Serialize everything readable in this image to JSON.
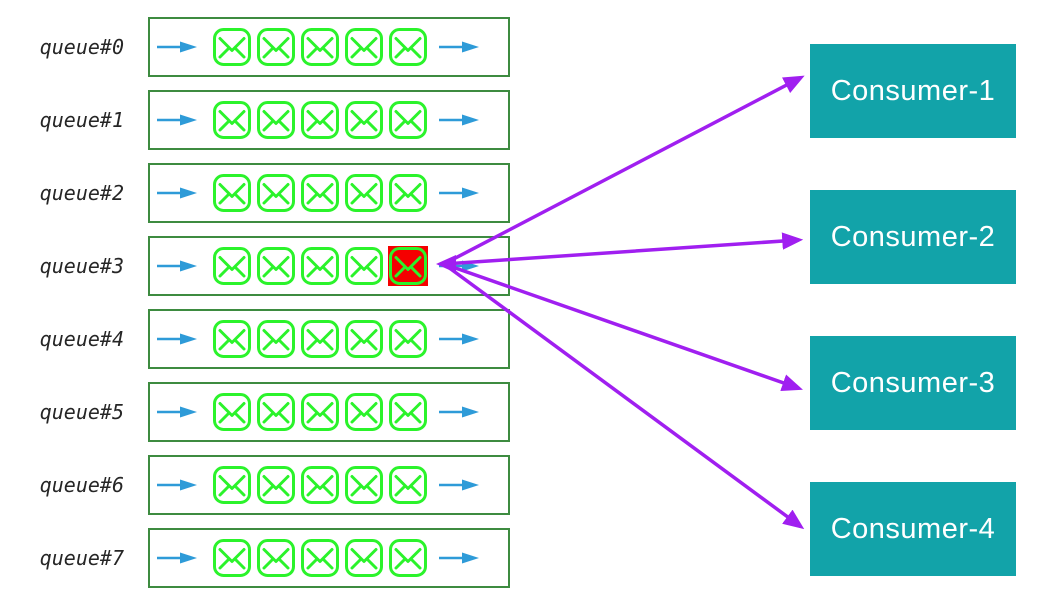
{
  "queues": [
    {
      "label": "queue#0",
      "message_count": 5,
      "highlighted_message_index": null
    },
    {
      "label": "queue#1",
      "message_count": 5,
      "highlighted_message_index": null
    },
    {
      "label": "queue#2",
      "message_count": 5,
      "highlighted_message_index": null
    },
    {
      "label": "queue#3",
      "message_count": 5,
      "highlighted_message_index": 4
    },
    {
      "label": "queue#4",
      "message_count": 5,
      "highlighted_message_index": null
    },
    {
      "label": "queue#5",
      "message_count": 5,
      "highlighted_message_index": null
    },
    {
      "label": "queue#6",
      "message_count": 5,
      "highlighted_message_index": null
    },
    {
      "label": "queue#7",
      "message_count": 5,
      "highlighted_message_index": null
    }
  ],
  "consumers": [
    {
      "label": "Consumer-1"
    },
    {
      "label": "Consumer-2"
    },
    {
      "label": "Consumer-3"
    },
    {
      "label": "Consumer-4"
    }
  ],
  "connections": [
    {
      "from": "queue#3",
      "to": "Consumer-1"
    },
    {
      "from": "queue#3",
      "to": "Consumer-2"
    },
    {
      "from": "queue#3",
      "to": "Consumer-3"
    },
    {
      "from": "queue#3",
      "to": "Consumer-4"
    }
  ],
  "colors": {
    "background": "#FFFFFF",
    "queue_border": "#3D8B40",
    "envelope": "#2BF32B",
    "highlight_fill": "#F50000",
    "flow_arrow": "#2E9BD8",
    "consumer_fill": "#12A3A9",
    "consumer_text": "#FFFFFF",
    "connection_arrow": "#A01FF0",
    "label_text": "#262626"
  }
}
